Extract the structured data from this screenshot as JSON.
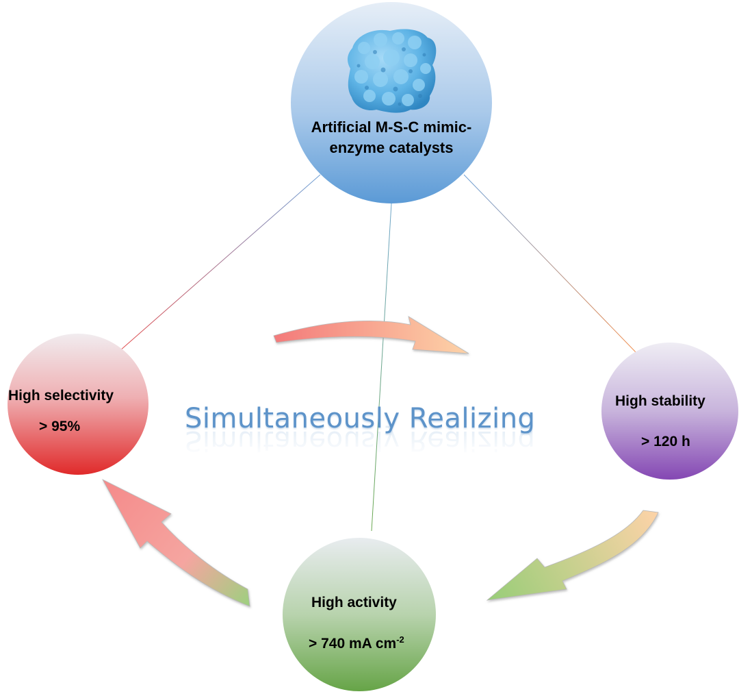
{
  "diagram": {
    "center_label": "Simultaneously Realizing",
    "nodes": {
      "top": {
        "title_line1": "Artificial M-S-C mimic-",
        "title_line2": "enzyme catalysts",
        "image": "enzyme-protein-structure"
      },
      "left": {
        "title": "High selectivity",
        "value": "> 95%",
        "color": "#e53838"
      },
      "right": {
        "title": "High stability",
        "value": "> 120 h",
        "color": "#8a4fb4"
      },
      "bottom": {
        "title": "High activity",
        "value_prefix": "> 740 mA cm",
        "value_superscript": "-2",
        "color": "#6aa84f"
      }
    },
    "colors": {
      "top_circle": "#6aa6dc",
      "arrow_top_start": "#f47f7f",
      "arrow_top_end": "#fcc89b",
      "arrow_right_start": "#fcc89b",
      "arrow_right_end": "#9fd07f",
      "arrow_left_start": "#f47f7f",
      "arrow_left_end": "#9fd07f",
      "text_blue": "#5d93c9"
    }
  }
}
